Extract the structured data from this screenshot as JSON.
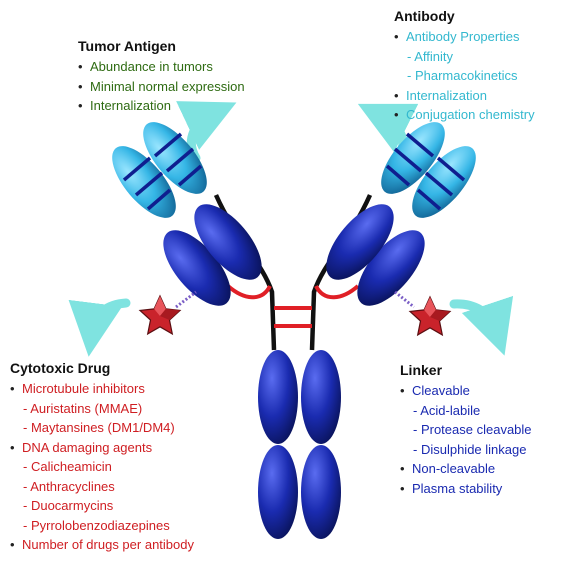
{
  "colors": {
    "domain_dark": "#12208f",
    "domain_light": "#1fa3d6",
    "hinge_red": "#e01f26",
    "backbone": "#111111",
    "arrow": "#7fe3e0",
    "star": "#c9232b",
    "tumor_text": "#2e6b12",
    "antibody_text": "#33b8cf",
    "drug_text": "#cf1e22",
    "linker_text": "#1a2ab0"
  },
  "tumor_antigen": {
    "title": "Tumor Antigen",
    "items": [
      {
        "text": "Abundance in tumors",
        "level": 0
      },
      {
        "text": "Minimal normal expression",
        "level": 0
      },
      {
        "text": "Internalization",
        "level": 0
      }
    ]
  },
  "antibody": {
    "title": "Antibody",
    "items": [
      {
        "text": "Antibody Properties",
        "level": 0
      },
      {
        "text": "Affinity",
        "level": 1
      },
      {
        "text": "Pharmacokinetics",
        "level": 1
      },
      {
        "text": "Internalization",
        "level": 0
      },
      {
        "text": "Conjugation chemistry",
        "level": 0
      }
    ]
  },
  "cytotoxic_drug": {
    "title": "Cytotoxic Drug",
    "items": [
      {
        "text": "Microtubule inhibitors",
        "level": 0
      },
      {
        "text": "Auristatins (MMAE)",
        "level": 1
      },
      {
        "text": "Maytansines (DM1/DM4)",
        "level": 1
      },
      {
        "text": "DNA damaging agents",
        "level": 0
      },
      {
        "text": "Calicheamicin",
        "level": 1
      },
      {
        "text": "Anthracyclines",
        "level": 1
      },
      {
        "text": "Duocarmycins",
        "level": 1
      },
      {
        "text": "Pyrrolobenzodiazepines",
        "level": 1
      },
      {
        "text": "Number of drugs per antibody",
        "level": 0
      }
    ]
  },
  "linker": {
    "title": "Linker",
    "items": [
      {
        "text": "Cleavable",
        "level": 0
      },
      {
        "text": "Acid-labile",
        "level": 1
      },
      {
        "text": "Protease cleavable",
        "level": 1
      },
      {
        "text": "Disulphide linkage",
        "level": 1
      },
      {
        "text": "Non-cleavable",
        "level": 0
      },
      {
        "text": "Plasma stability",
        "level": 0
      }
    ]
  }
}
